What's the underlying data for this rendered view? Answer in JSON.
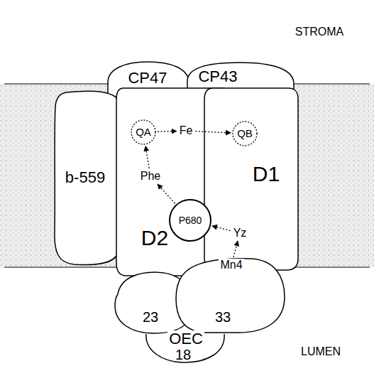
{
  "diagram": {
    "nodes": [
      {
        "text": [
          "CP47"
        ]
      },
      {
        "text": [
          "CP43"
        ]
      },
      {
        "text": [
          "b-559"
        ]
      },
      {
        "text": [
          "D2"
        ]
      },
      {
        "text": [
          "QA"
        ],
        "in": 3
      },
      {
        "text": [
          "Phe"
        ],
        "in": 3
      },
      {
        "text": [
          "D1"
        ]
      },
      {
        "text": [
          "QB"
        ],
        "in": 6
      },
      {
        "text": [
          "Yz"
        ],
        "in": 6
      },
      {
        "text": [
          "Fe"
        ]
      },
      {
        "text": [
          "P680"
        ]
      },
      {
        "text": [
          "Mn4"
        ]
      },
      {
        "text": [
          "23"
        ]
      },
      {
        "text": [
          "33"
        ]
      },
      {
        "text": [
          "18"
        ]
      }
    ],
    "edges": [
      {
        "from": 5,
        "to": 4,
        "arrow": "to"
      },
      {
        "from": 4,
        "to": 9,
        "arrow": "to"
      },
      {
        "from": 9,
        "to": 7,
        "arrow": "to"
      },
      {
        "from": 10,
        "to": 5,
        "arrow": "to"
      },
      {
        "from": 8,
        "to": 10,
        "arrow": "to"
      },
      {
        "from": 11,
        "to": 8,
        "arrow": "to"
      }
    ],
    "labels": [
      "STROMA",
      "OEC",
      "LUMEN"
    ]
  }
}
